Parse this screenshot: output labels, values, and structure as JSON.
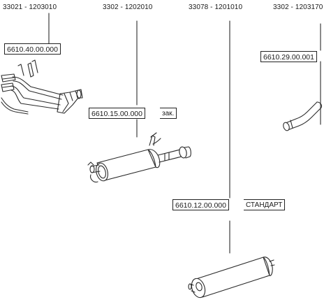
{
  "oem_numbers": [
    "33021 - 1203010",
    "3302 - 1202010",
    "33078 - 1201010",
    "3302 - 1203170"
  ],
  "parts": [
    {
      "number": "6610.40.00.000",
      "note": ""
    },
    {
      "number": "6610.15.00.000",
      "note": "зак."
    },
    {
      "number": "6610.12.00.000",
      "note": "СТАНДАРТ"
    },
    {
      "number": "6610.29.00.001",
      "note": ""
    }
  ],
  "colors": {
    "line": "#2a2a2a",
    "fill": "#ffffff",
    "background": "#ffffff"
  }
}
